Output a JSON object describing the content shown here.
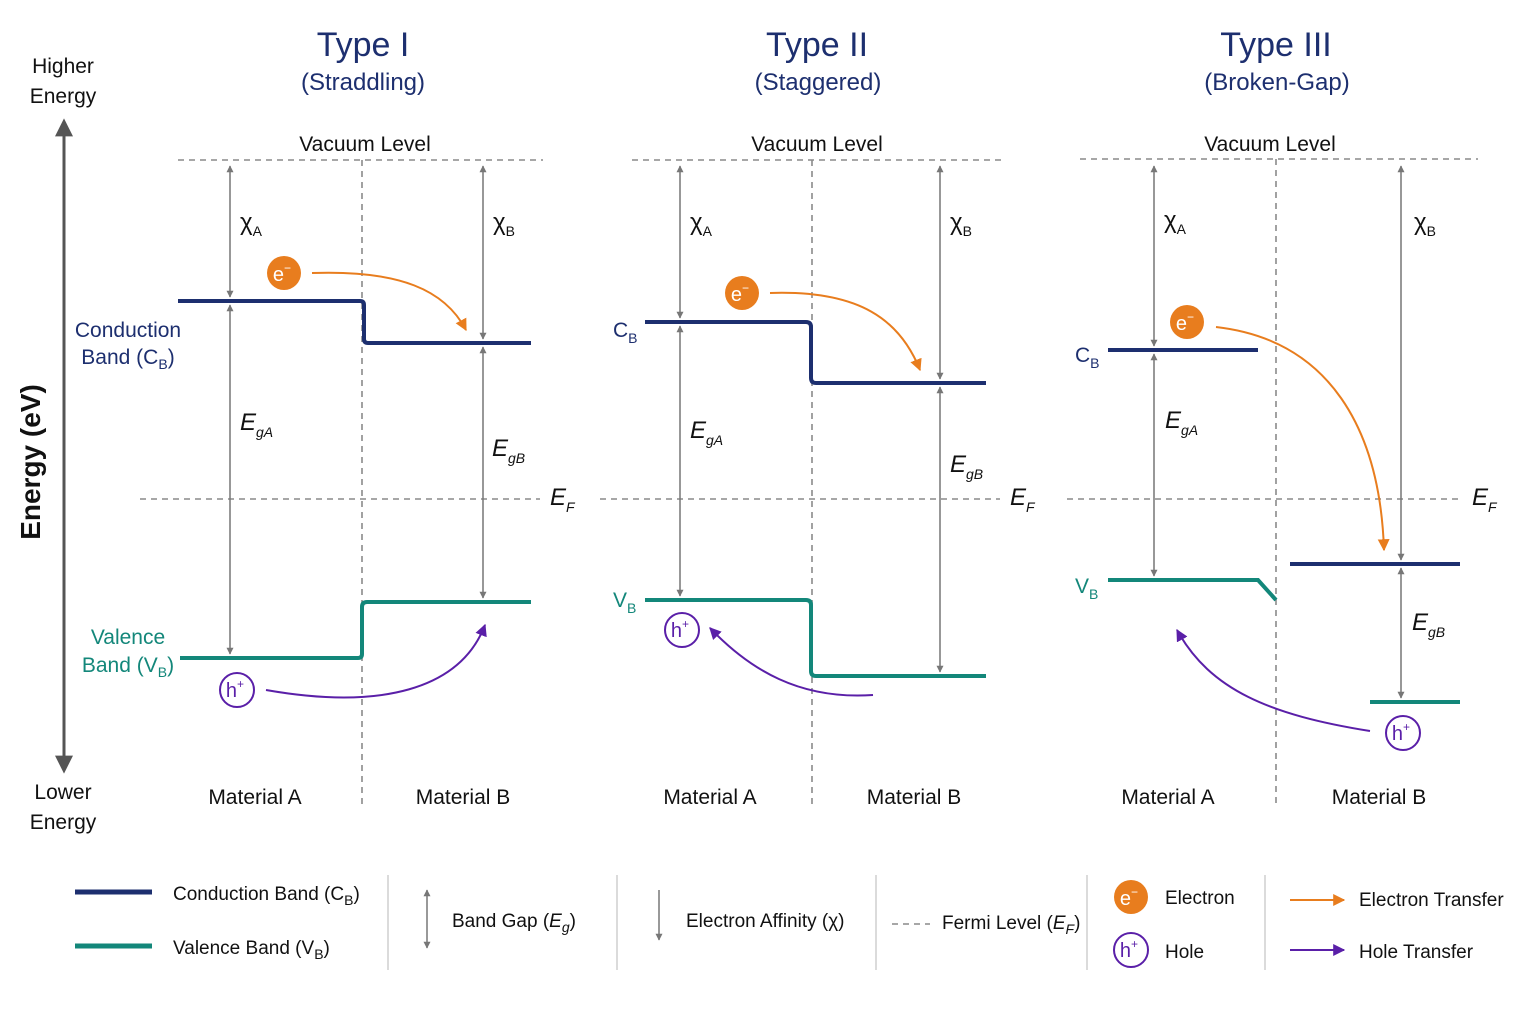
{
  "axis": {
    "higher": [
      "Higher",
      "Energy"
    ],
    "lower": [
      "Lower",
      "Energy"
    ],
    "label": "Energy (eV)"
  },
  "panels": [
    {
      "title": "Type I",
      "subtitle": "(Straddling)"
    },
    {
      "title": "Type II",
      "subtitle": "(Staggered)"
    },
    {
      "title": "Type III",
      "subtitle": "(Broken-Gap)"
    }
  ],
  "labels": {
    "vacuum": "Vacuum Level",
    "material_a": "Material A",
    "material_b": "Material B",
    "chi": "χ",
    "sub_a": "A",
    "sub_b": "B",
    "e": "E",
    "sub_ga": "gA",
    "sub_gb": "gB",
    "sub_f": "F",
    "c": "C",
    "v": "V",
    "conduction_band_line1": "Conduction",
    "conduction_band_line2_pre": "Band (C",
    "valence_band_line1": "Valence",
    "valence_band_line2_pre": "Band (V",
    "close_paren": ")",
    "electron_symbol": "e",
    "electron_sup": "−",
    "hole_symbol": "h",
    "hole_sup": "+"
  },
  "legend": {
    "conduction": "Conduction Band (C",
    "valence": "Valence Band (V",
    "band_gap": "Band Gap (",
    "band_gap_sub": "g",
    "affinity": "Electron Affinity (χ)",
    "fermi": "Fermi Level (",
    "electron": "Electron",
    "hole": "Hole",
    "electron_transfer": "Electron Transfer",
    "hole_transfer": "Hole Transfer"
  },
  "colors": {
    "conduction": "#1d2f6f",
    "valence": "#13877a",
    "electron": "#e87d1e",
    "hole": "#5a1fa8",
    "guide": "#8a8a8a",
    "text": "#111111"
  }
}
